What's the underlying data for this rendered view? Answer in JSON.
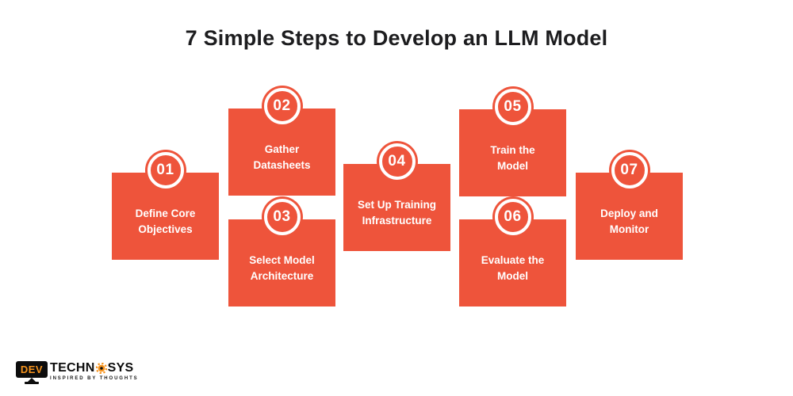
{
  "title": "7 Simple Steps to Develop an LLM Model",
  "colors": {
    "step_box": "#ee543b",
    "step_text": "#ffffff",
    "title_text": "#1d1d1f",
    "logo_dark": "#0d0d0d",
    "logo_accent": "#f7941e",
    "background": "#ffffff"
  },
  "steps": [
    {
      "number": "01",
      "line1": "Define Core",
      "line2": "Objectives"
    },
    {
      "number": "02",
      "line1": "Gather",
      "line2": "Datasheets"
    },
    {
      "number": "03",
      "line1": "Select Model",
      "line2": "Architecture"
    },
    {
      "number": "04",
      "line1": "Set Up Training",
      "line2": "Infrastructure"
    },
    {
      "number": "05",
      "line1": "Train the",
      "line2": "Model"
    },
    {
      "number": "06",
      "line1": "Evaluate the",
      "line2": "Model"
    },
    {
      "number": "07",
      "line1": "Deploy and",
      "line2": "Monitor"
    }
  ],
  "logo": {
    "monitor_text": "DEV",
    "name_left": "TECHN",
    "name_right": "SYS",
    "gear_icon_name": "gear-icon",
    "tagline": "INSPIRED BY THOUGHTS"
  }
}
